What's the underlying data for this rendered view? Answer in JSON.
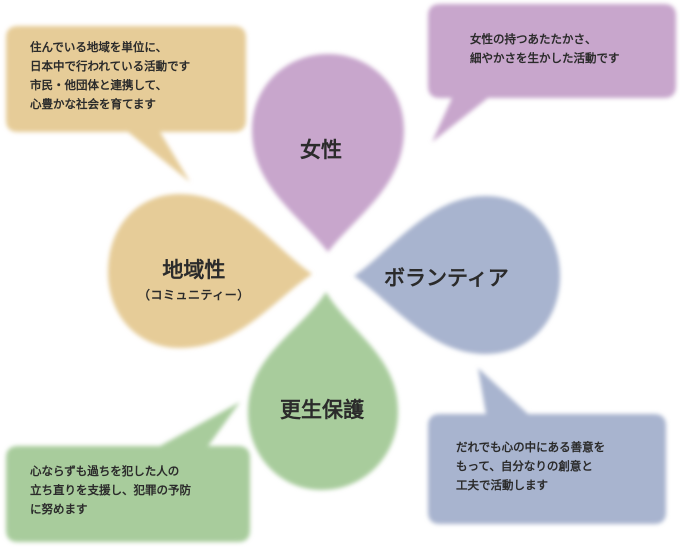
{
  "colors": {
    "women": "#c8a6cc",
    "volunteer": "#a8b4cf",
    "rehabilitation": "#a8cc9c",
    "community": "#e6cc98"
  },
  "petals": {
    "women": {
      "label": "女性"
    },
    "volunteer": {
      "label": "ボランティア"
    },
    "rehabilitation": {
      "label": "更生保護"
    },
    "community": {
      "label": "地域性",
      "sublabel": "（コミュニティー）"
    }
  },
  "callouts": {
    "community": [
      "住んでいる地域を単位に、",
      "日本中で行われている活動です",
      "市民・他団体と連携して、",
      "心豊かな社会を育てます"
    ],
    "women": [
      "女性の持つあたたかさ、",
      "細やかさを生かした活動です"
    ],
    "rehabilitation": [
      "心ならずも過ちを犯した人の",
      "立ち直りを支援し、犯罪の予防",
      "に努めます"
    ],
    "volunteer": [
      "だれでも心の中にある善意を",
      "もって、自分なりの創意と",
      "工夫で活動します"
    ]
  }
}
